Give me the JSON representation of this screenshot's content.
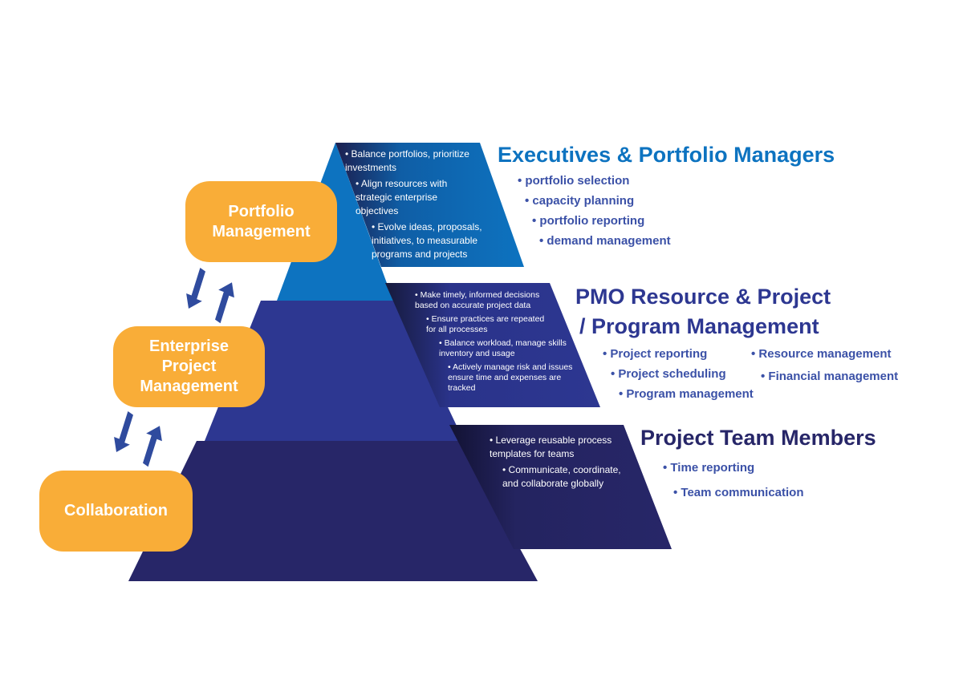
{
  "colors": {
    "orange": "#f9ad38",
    "arrow": "#2f4b9e",
    "exec_blue": "#0d73c0",
    "pmo_navy": "#2d3791",
    "team_navy": "#272668",
    "feature_blue": "#3b51a7",
    "text_white": "#ffffff"
  },
  "left_boxes": [
    {
      "lines": [
        "Portfolio",
        "Management"
      ]
    },
    {
      "lines": [
        "Enterprise",
        "Project",
        "Management"
      ]
    },
    {
      "lines": [
        "Collaboration"
      ]
    }
  ],
  "arrows": [
    {
      "icon": "arrow-down-icon"
    },
    {
      "icon": "arrow-up-icon"
    }
  ],
  "tiers": [
    {
      "title_lines": [
        "Executives & Portfolio Managers"
      ],
      "bullets": [
        "• Balance portfolios, prioritize investments",
        "• Align resources with strategic enterprise objectives",
        "• Evolve ideas, proposals, initiatives, to measurable programs and projects"
      ],
      "features": [
        "• portfolio selection",
        "• capacity planning",
        "• portfolio reporting",
        "• demand management"
      ]
    },
    {
      "title_lines": [
        "PMO Resource & Project",
        "/ Program Management"
      ],
      "bullets": [
        "• Make timely, informed decisions based on accurate project data",
        "• Ensure practices are repeated for all processes",
        "• Balance workload, manage skills inventory and usage",
        "• Actively manage risk and issues ensure time and expenses are tracked"
      ],
      "features": [
        "• Project reporting",
        "• Project scheduling",
        "• Program management",
        "• Resource management",
        "• Financial management"
      ]
    },
    {
      "title_lines": [
        "Project Team Members"
      ],
      "bullets": [
        "• Leverage reusable process templates for teams",
        "• Communicate, coordinate, and collaborate globally"
      ],
      "features": [
        "• Time reporting",
        "• Team communication"
      ]
    }
  ]
}
